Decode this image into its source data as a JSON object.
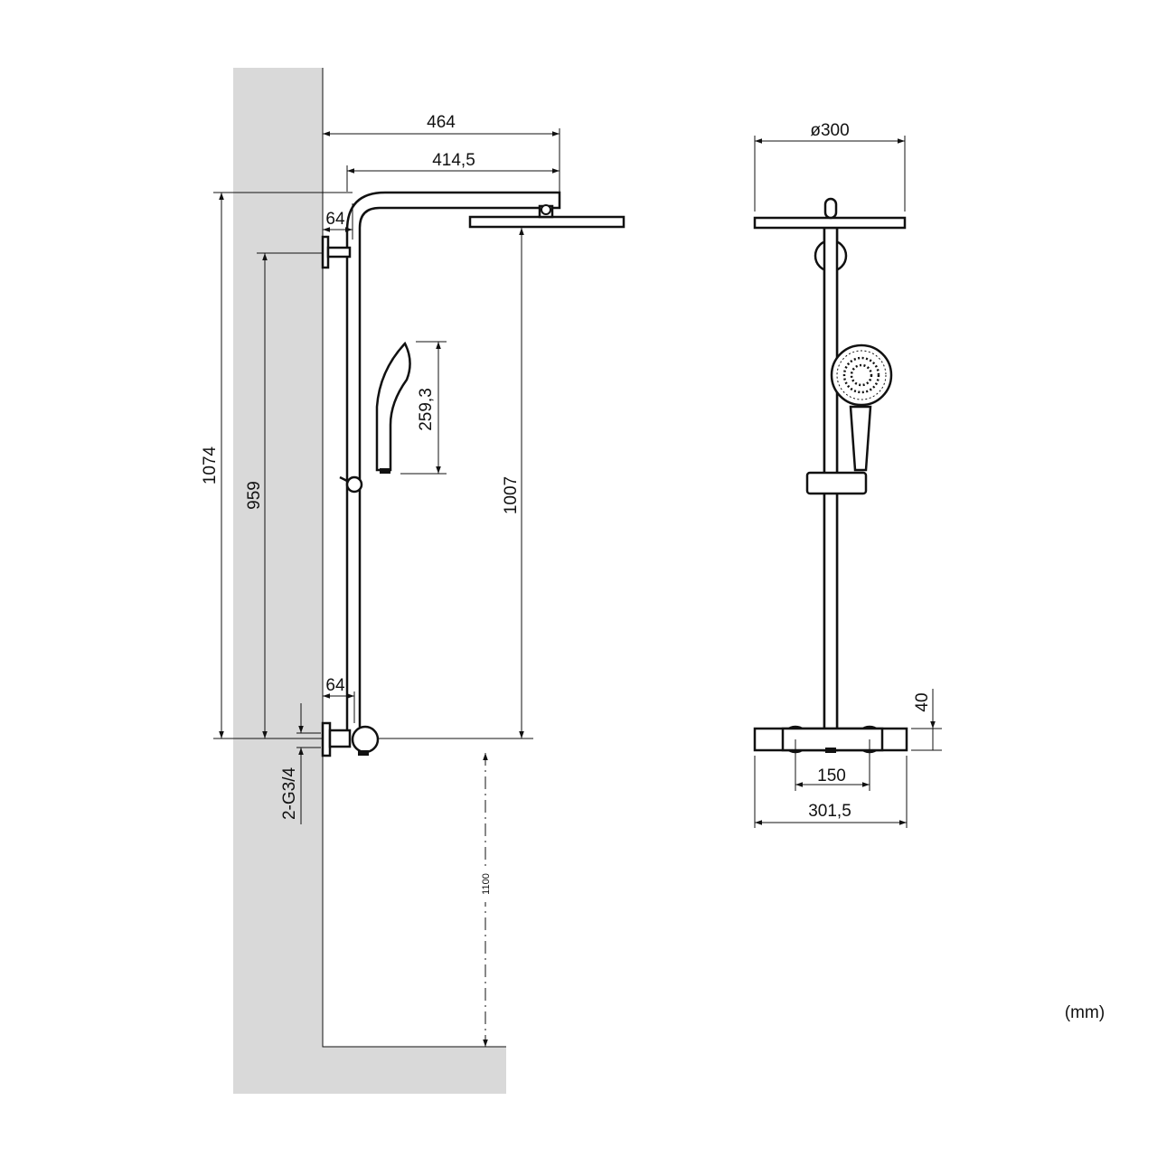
{
  "units_label": "(mm)",
  "side_view": {
    "arm_projection": "464",
    "arm_length": "414,5",
    "wall_distance_top": "64",
    "wall_distance_bottom": "64",
    "total_height": "1074",
    "bracket_height": "959",
    "head_height": "1007",
    "hand_shower_length": "259,3",
    "connection": "2-G3/4",
    "install_height": "1100"
  },
  "front_view": {
    "head_diameter": "ø300",
    "mixer_height": "40",
    "inlet_spacing": "150",
    "mixer_width": "301,5"
  },
  "colors": {
    "wall": "#d9d9d9",
    "line": "#111111"
  }
}
